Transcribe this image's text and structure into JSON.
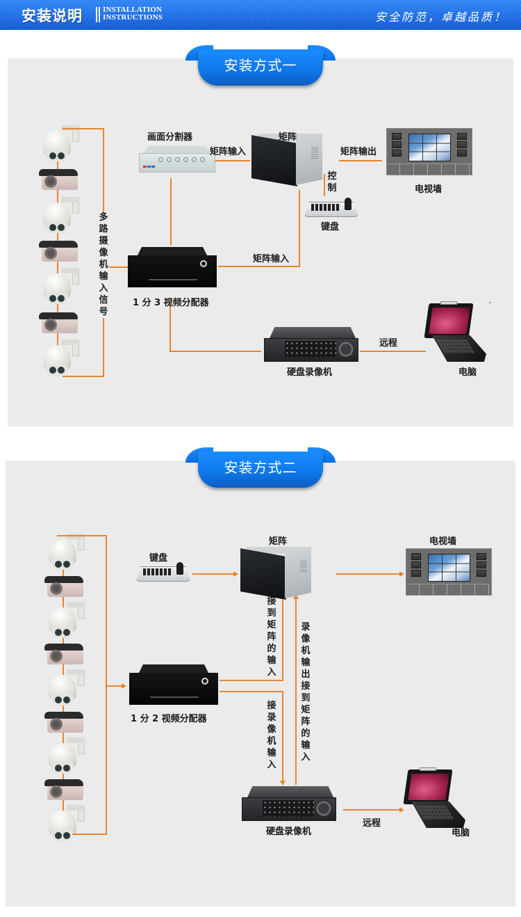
{
  "header": {
    "title": "安装说明",
    "subtitle_line1": "INSTALLATION",
    "subtitle_line2": "INSTRUCTIONS",
    "slogan": "安全防范，卓越品质！"
  },
  "colors": {
    "header_blue": "#1f6ee6",
    "ribbon_blue": "#0f78ea",
    "panel_bg": "#ebebeb",
    "connector_orange": "#e8852e"
  },
  "method1": {
    "ribbon_label": "安装方式一",
    "camera_icons": [
      "dome-camera",
      "bullet-camera",
      "dome-camera",
      "bullet-camera",
      "dome-camera",
      "bullet-camera",
      "dome-camera"
    ],
    "camera_input_label": "多路摄像机输入信号",
    "devices": {
      "splitter": "画面分割器",
      "matrix": "矩阵",
      "tv_wall": "电视墙",
      "keyboard": "键盘",
      "distributor": "1 分 3 视频分配器",
      "dvr": "硬盘录像机",
      "computer": "电脑"
    },
    "connections": {
      "splitter_to_matrix": "矩阵输入",
      "matrix_to_tvwall": "矩阵输出",
      "keyboard_to_matrix": "控制",
      "distributor_to_matrix": "矩阵输入",
      "dvr_to_computer": "远程"
    }
  },
  "method2": {
    "ribbon_label": "安装方式二",
    "camera_icons": [
      "dome-camera",
      "bullet-camera",
      "dome-camera",
      "bullet-camera",
      "dome-camera",
      "bullet-camera",
      "dome-camera",
      "bullet-camera",
      "dome-camera"
    ],
    "devices": {
      "keyboard": "键盘",
      "matrix": "矩阵",
      "tv_wall": "电视墙",
      "distributor": "1 分 2 视频分配器",
      "dvr": "硬盘录像机",
      "computer": "电脑"
    },
    "connections": {
      "distributor_to_matrix": "接到矩阵的输入",
      "distributor_to_dvr": "接录像机输入",
      "dvr_to_matrix": "录像机输出接到矩阵的输入",
      "dvr_to_computer": "远程"
    }
  }
}
